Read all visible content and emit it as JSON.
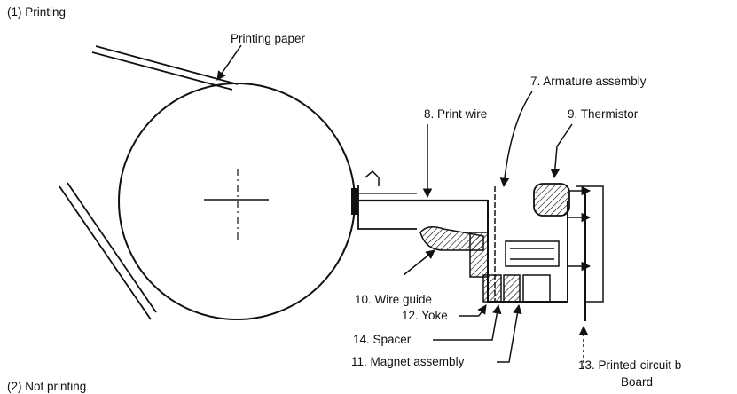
{
  "figure": {
    "section_printing": "(1) Printing",
    "section_not_printing": "(2) Not printing",
    "labels": {
      "printing_paper": "Printing paper",
      "armature_assembly": "7. Armature assembly",
      "print_wire": "8. Print wire",
      "thermistor": "9. Thermistor",
      "wire_guide": "10. Wire guide",
      "yoke": "12. Yoke",
      "spacer": "14. Spacer",
      "magnet_assembly": "11. Magnet assembly",
      "pcb_line1": "13. Printed-circuit b",
      "pcb_line2": "Board"
    },
    "colors": {
      "ink": "#111111",
      "background": "#ffffff"
    }
  }
}
